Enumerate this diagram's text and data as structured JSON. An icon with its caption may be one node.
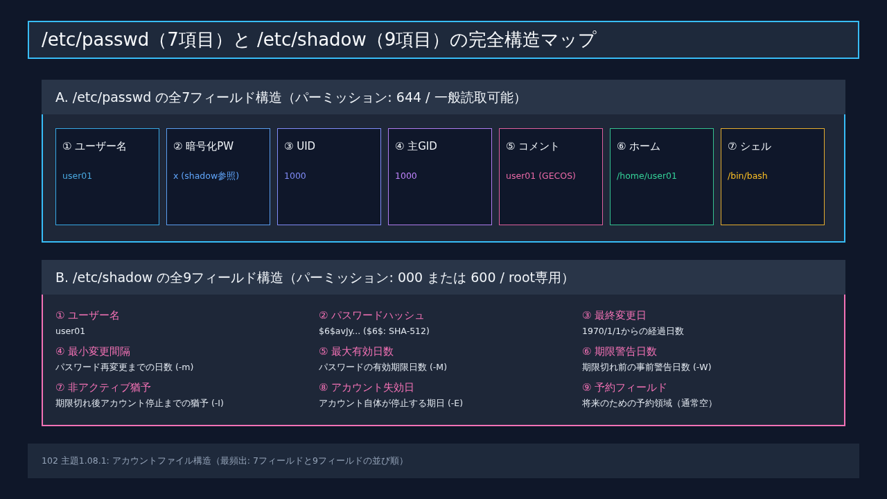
{
  "diagram": {
    "title": "/etc/passwd（7項目）と /etc/shadow（9項目）の完全構造マップ",
    "caption": "102 主題1.08.1: アカウントファイル構造（最頻出: 7フィールドと9フィールドの並び順）",
    "nodes": [
      {
        "text": [
          "A. /etc/passwd の全7フィールド構造（パーミッション: 644 / 一般読取可能）"
        ]
      },
      {
        "text": [
          "① ユーザー名",
          "user01"
        ],
        "in": 0
      },
      {
        "text": [
          "② 暗号化PW",
          "x (shadow参照)"
        ],
        "in": 0
      },
      {
        "text": [
          "③ UID",
          "1000"
        ],
        "in": 0
      },
      {
        "text": [
          "④ 主GID",
          "1000"
        ],
        "in": 0
      },
      {
        "text": [
          "⑤ コメント",
          "user01 (GECOS)"
        ],
        "in": 0
      },
      {
        "text": [
          "⑥ ホーム",
          "/home/user01"
        ],
        "in": 0
      },
      {
        "text": [
          "⑦ シェル",
          "/bin/bash"
        ],
        "in": 0
      },
      {
        "text": [
          "B. /etc/shadow の全9フィールド構造（パーミッション: 000 または 600 / root専用）"
        ]
      }
    ],
    "labels": [
      "① ユーザー名",
      "user01",
      "② パスワードハッシュ",
      "$6$avJy... ($6$: SHA-512)",
      "③ 最終変更日",
      "1970/1/1からの経過日数",
      "④ 最小変更間隔",
      "パスワード再変更までの日数 (-m)",
      "⑤ 最大有効日数",
      "パスワードの有効期限日数 (-M)",
      "⑥ 期限警告日数",
      "期限切れ前の事前警告日数 (-W)",
      "⑦ 非アクティブ猶予",
      "期限切れ後アカウント停止までの猶予 (-I)",
      "⑧ アカウント失効日",
      "アカウント自体が停止する期日 (-E)",
      "⑨ 予約フィールド",
      "将来のための予約領域（通常空）"
    ]
  }
}
